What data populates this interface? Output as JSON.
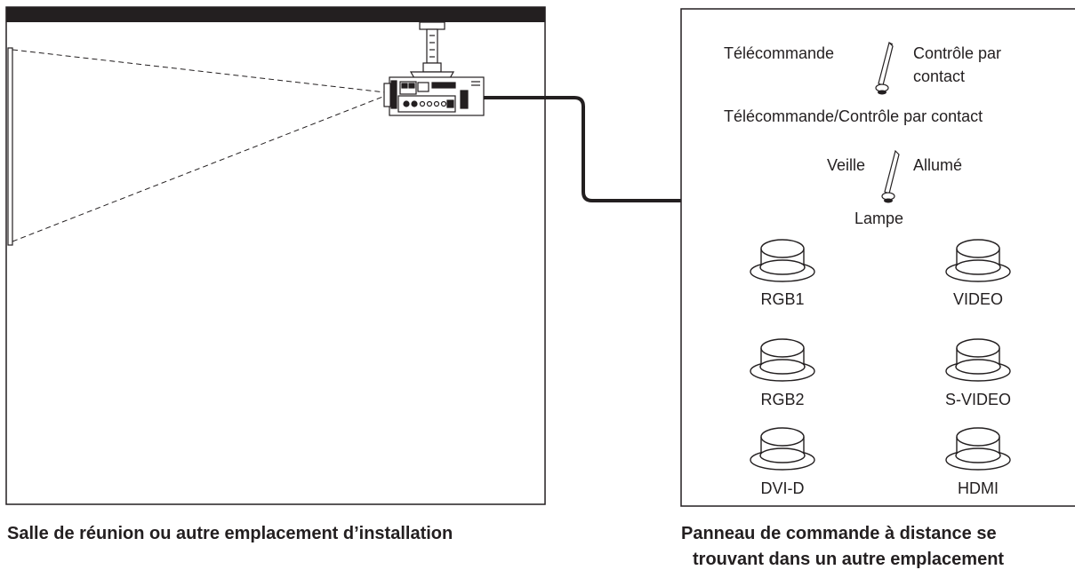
{
  "room": {
    "caption": "Salle de réunion ou autre emplacement d’installation"
  },
  "panel": {
    "caption_line1": "Panneau de commande à distance se",
    "caption_line2": "trouvant dans un autre emplacement",
    "switch1": {
      "left_label": "Télécommande",
      "right_label_line1": "Contrôle par",
      "right_label_line2": "contact",
      "title": "Télécommande/Contrôle par contact"
    },
    "switch2": {
      "left_label": "Veille",
      "right_label": "Allumé",
      "title": "Lampe"
    },
    "buttons": [
      {
        "label": "RGB1"
      },
      {
        "label": "VIDEO"
      },
      {
        "label": "RGB2"
      },
      {
        "label": "S-VIDEO"
      },
      {
        "label": "DVI-D"
      },
      {
        "label": "HDMI"
      }
    ]
  }
}
